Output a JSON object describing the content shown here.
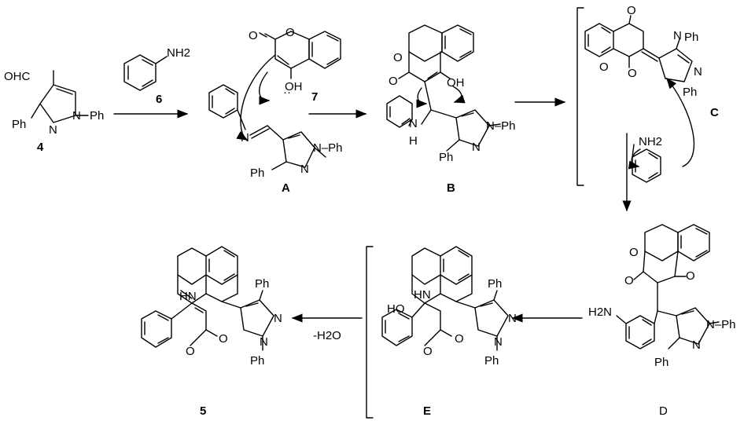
{
  "atoms": {
    "ohc": "OHC",
    "n": "N",
    "ph": "Ph",
    "n_ph": "N–Ph",
    "nh2": "NH2",
    "h2n": "H2N",
    "oh": "OH",
    "o": "O",
    "hn": "HN",
    "nh": "NH",
    "ho": "HO",
    "h": "H",
    "lone_pair": "··",
    "minus_water": "-H2O"
  },
  "compounds": {
    "c4": "4",
    "c6": "6",
    "c7": "7",
    "a": "A",
    "b": "B",
    "c": "C",
    "d": "D",
    "e": "E",
    "c5": "5"
  }
}
